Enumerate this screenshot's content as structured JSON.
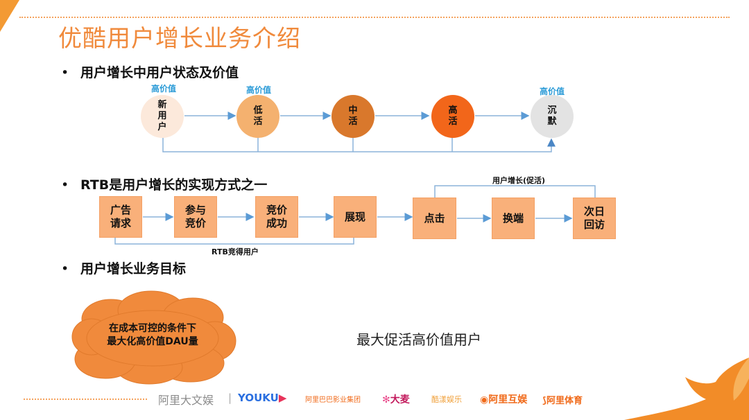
{
  "title": "优酷用户增长业务介绍",
  "bullets": {
    "state": "用户增长中用户状态及价值",
    "rtb": "RTB是用户增长的实现方式之一",
    "goal": "用户增长业务目标"
  },
  "bullet_marker": "•",
  "states": {
    "high_value_label": "高价值",
    "nodes": [
      {
        "label": "新用户",
        "high_value": true,
        "color": "#FCE9DB"
      },
      {
        "label": "低活",
        "high_value": true,
        "color": "#F4B16F"
      },
      {
        "label": "中活",
        "high_value": false,
        "color": "#D9782C"
      },
      {
        "label": "高活",
        "high_value": false,
        "color": "#F2661A"
      },
      {
        "label": "沉默",
        "high_value": true,
        "color": "#E3E3E3"
      }
    ]
  },
  "rtb": {
    "steps": [
      "广告请求",
      "参与竞价",
      "竞价成功",
      "展现",
      "点击",
      "换端",
      "次日回访"
    ],
    "bracket_rtb_label": "RTB竞得用户",
    "bracket_growth_label": "用户增长(促活)",
    "box_color": "#F9B07A"
  },
  "goal": {
    "cloud_text_line1": "在成本可控的条件下",
    "cloud_text_line2": "最大化高价值DAU量",
    "cloud_color": "#F08A3C",
    "description": "最大促活高价值用户"
  },
  "footer": {
    "brand": "阿里大文娱",
    "separator": "|",
    "logos": [
      "YOUKU",
      "阿里巴巴影业集团",
      "大麦",
      "酷漾娱乐",
      "阿里互娱",
      "阿里体育"
    ]
  },
  "accent_color": "#F08A3C",
  "link_color": "#5B9BD5"
}
